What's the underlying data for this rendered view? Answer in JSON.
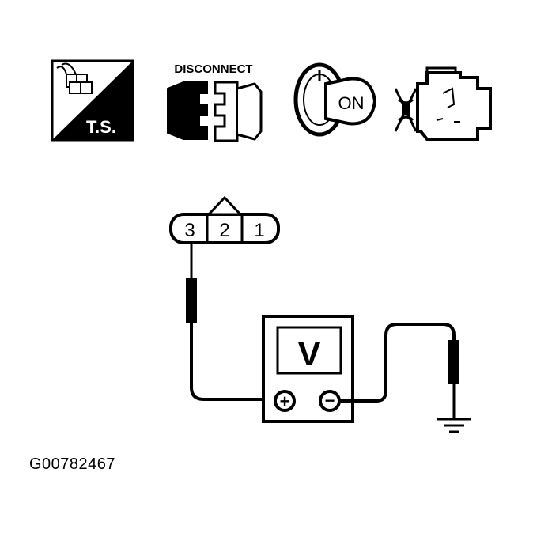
{
  "icons": {
    "test_signal_label": "T.S.",
    "disconnect_label": "DISCONNECT",
    "ignition_label": "ON"
  },
  "connector": {
    "pins": [
      "3",
      "2",
      "1"
    ]
  },
  "meter": {
    "display_label": "V",
    "positive_symbol": "+",
    "negative_symbol": "−"
  },
  "figure_id": "G00782467"
}
